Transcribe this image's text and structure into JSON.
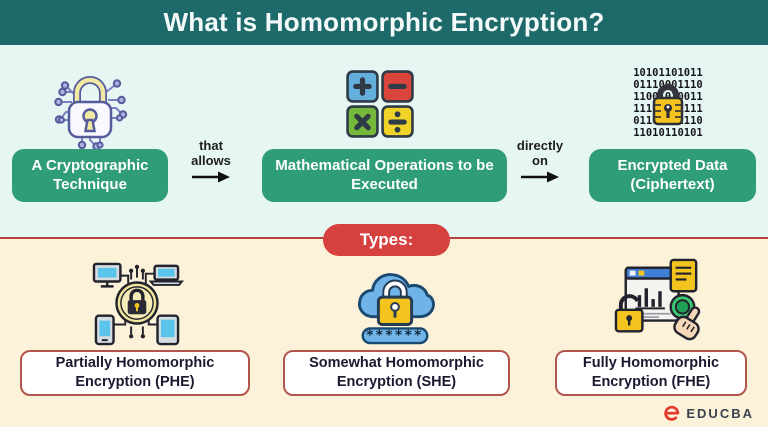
{
  "title": "What is Homomorphic Encryption?",
  "flow": {
    "steps": [
      {
        "label": "A Cryptographic Technique",
        "icon": "circuit-lock-icon"
      },
      {
        "label": "Mathematical Operations to be Executed",
        "icon": "math-operations-icon"
      },
      {
        "label": "Encrypted Data (Ciphertext)",
        "icon": "binary-lock-icon"
      }
    ],
    "connectors": [
      {
        "label": "that allows"
      },
      {
        "label": "directly on"
      }
    ]
  },
  "types": {
    "heading": "Types:",
    "items": [
      {
        "label": "Partially Homomorphic Encryption (PHE)",
        "icon": "network-lock-icon"
      },
      {
        "label": "Somewhat Homomorphic Encryption (SHE)",
        "icon": "cloud-lock-icon"
      },
      {
        "label": "Fully Homomorphic Encryption (FHE)",
        "icon": "secure-browsing-icon"
      }
    ]
  },
  "icons": {
    "binary_rows": [
      "10101101011",
      "01110001110",
      "11001010011",
      "11101101111",
      "01101011110",
      "11010110101"
    ],
    "password_mask": "******"
  },
  "brand": {
    "name": "EDUCBA"
  },
  "colors": {
    "header": "#1E6A6B",
    "step_box": "#2F9E78",
    "types_pill": "#D5413F",
    "definition_bg": "#E6F7F3",
    "types_bg": "#FCF2D9",
    "type_box_border": "#B0564C"
  }
}
